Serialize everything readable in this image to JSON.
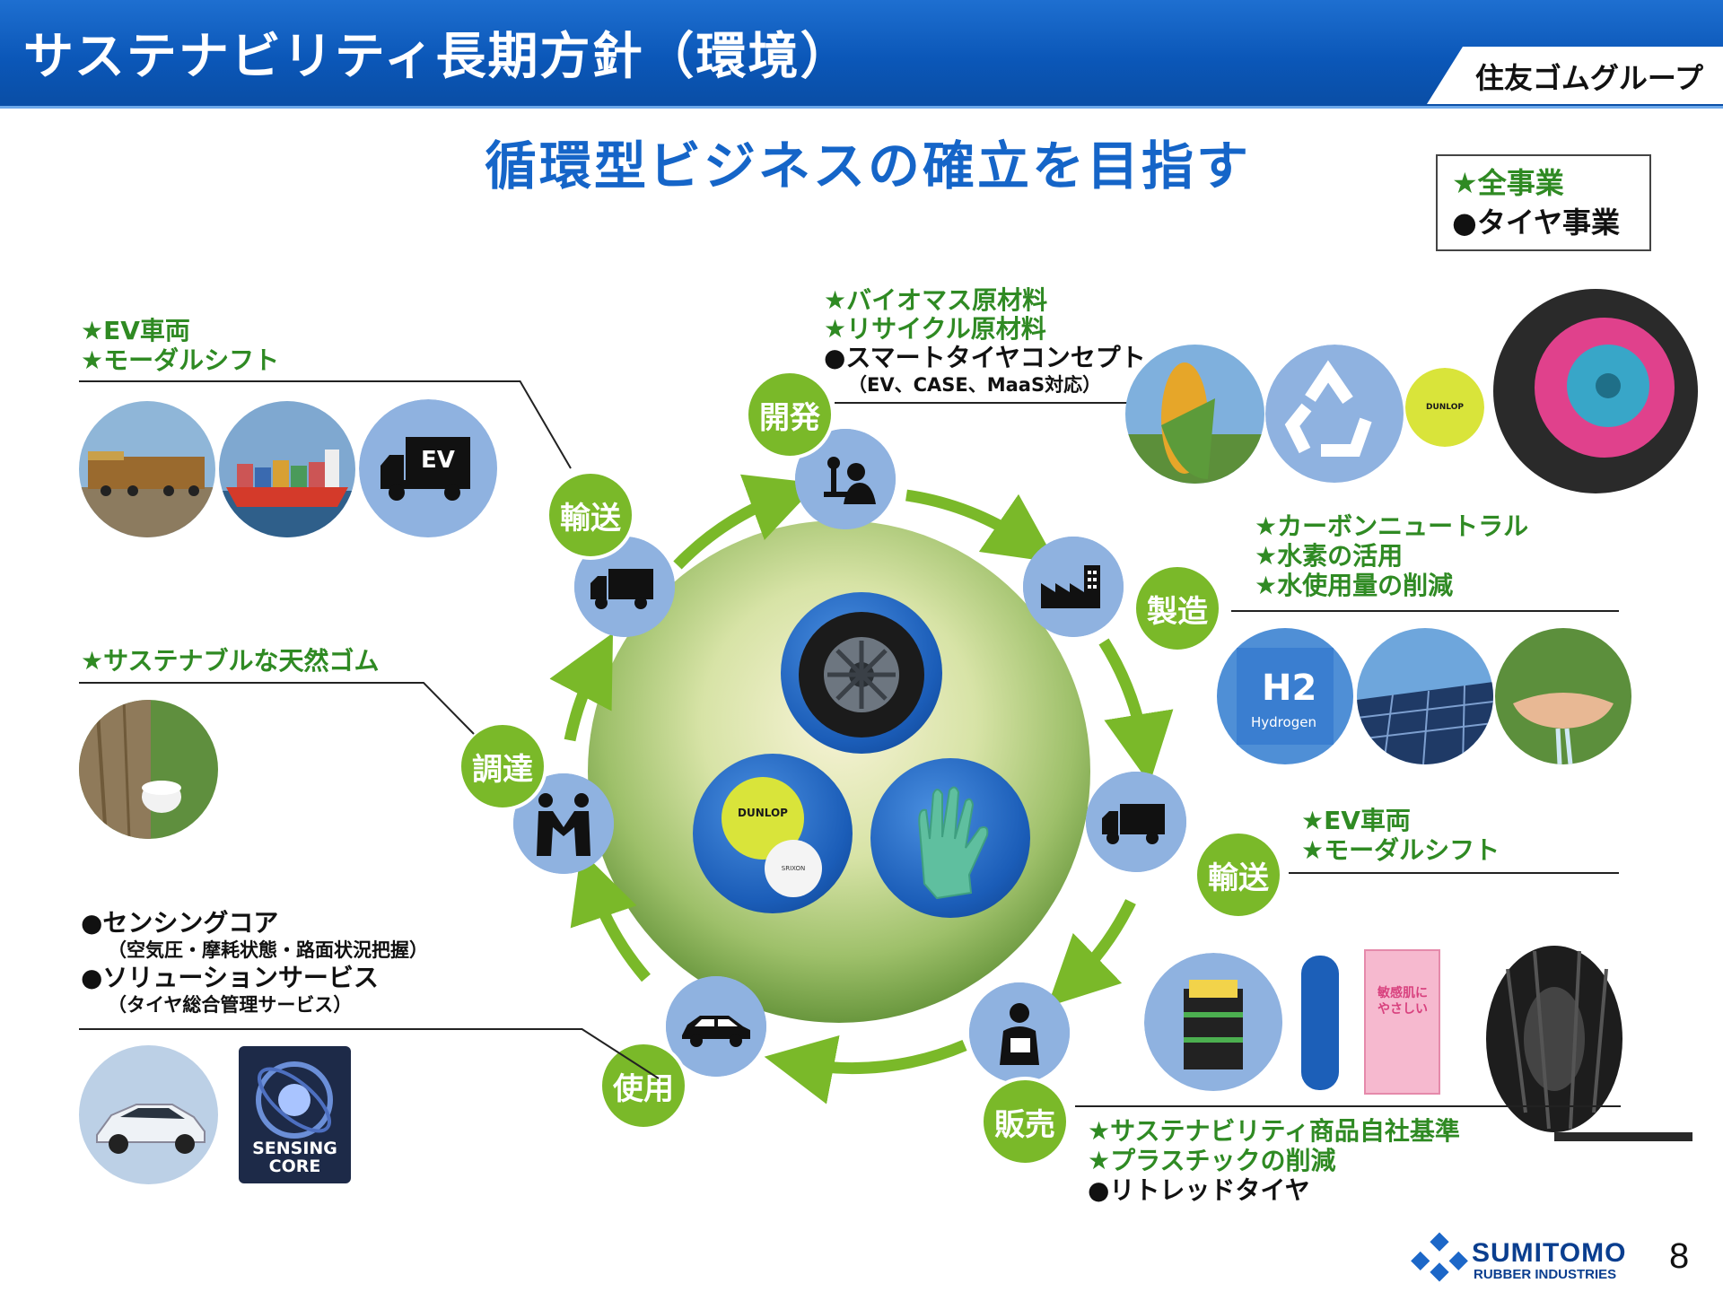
{
  "header": {
    "title": "サステナビリティ長期方針（環境）",
    "group": "住友ゴムグループ"
  },
  "subtitle": "循環型ビジネスの確立を目指す",
  "legend": {
    "all_business": "★全事業",
    "tire_business": "●タイヤ事業"
  },
  "stages": {
    "development": "開発",
    "manufacturing": "製造",
    "transport_right": "輸送",
    "sales": "販売",
    "use": "使用",
    "procurement": "調達",
    "transport_left": "輸送"
  },
  "notes": {
    "transport_left": [
      "★EV車両",
      "★モーダルシフト"
    ],
    "procurement": [
      "★サステナブルな天然ゴム"
    ],
    "use": {
      "l1": "●センシングコア",
      "l2": "（空気圧・摩耗状態・路面状況把握）",
      "l3": "●ソリューションサービス",
      "l4": "（タイヤ総合管理サービス）"
    },
    "development": {
      "l1": "★バイオマス原材料",
      "l2": "★リサイクル原材料",
      "l3": "●スマートタイヤコンセプト",
      "l4": "（EV、CASE、MaaS対応）"
    },
    "manufacturing": [
      "★カーボンニュートラル",
      "★水素の活用",
      "★水使用量の削減"
    ],
    "transport_right": [
      "★EV車両",
      "★モーダルシフト"
    ],
    "sales": [
      "★サステナビリティ商品自社基準",
      "★プラスチックの削減",
      "●リトレッドタイヤ"
    ]
  },
  "image_text": {
    "ev_truck": "EV",
    "sensing_core": "SENSING\nCORE",
    "hydrogen": "Hydrogen",
    "dunlop": "DUNLOP",
    "srixon": "SRIXON",
    "glove_label": "敏感肌に やさしい"
  },
  "footer": {
    "company": "SUMITOMO",
    "company_sub": "RUBBER INDUSTRIES",
    "page": "8"
  },
  "colors": {
    "header_blue": "#0b57b8",
    "stage_green": "#7ab929",
    "note_green": "#2f8a23",
    "icon_ring": "#8fb2e0"
  }
}
